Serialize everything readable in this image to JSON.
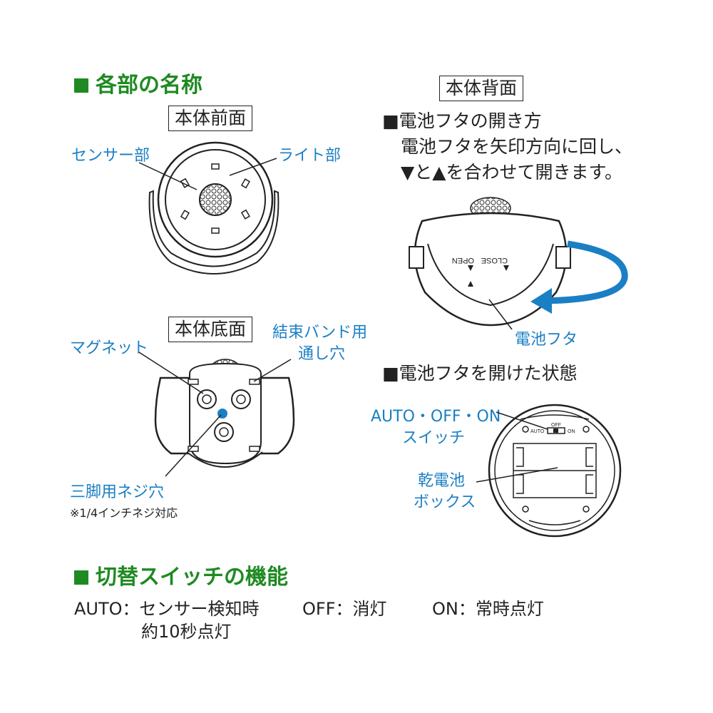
{
  "sections": {
    "parts_title": "各部の名称",
    "switch_title": "切替スイッチの機能"
  },
  "views": {
    "front": "本体前面",
    "back": "本体背面",
    "bottom": "本体底面"
  },
  "front_labels": {
    "sensor": "センサー部",
    "light": "ライト部"
  },
  "bottom_labels": {
    "magnet": "マグネット",
    "band_hole_line1": "結束バンド用",
    "band_hole_line2": "通し穴",
    "tripod_hole": "三脚用ネジ穴",
    "tripod_note": "※1/4インチネジ対応"
  },
  "back_info": {
    "heading": "■電池フタの開き方",
    "line1": "電池フタを矢印方向に回し、",
    "line2": "▼と▲を合わせて開きます。",
    "open_mark": "OPEN",
    "close_mark": "CLOSE",
    "cover_label": "電池フタ"
  },
  "open_state": {
    "heading": "■電池フタを開けた状態",
    "switch_label_line1": "AUTO・OFF・ON",
    "switch_label_line2": "スイッチ",
    "battery_label_line1": "乾電池",
    "battery_label_line2": "ボックス",
    "mini_auto": "AUTO",
    "mini_off": "OFF",
    "mini_on": "ON"
  },
  "functions": {
    "auto": "AUTO：センサー検知時",
    "auto_line2": "約10秒点灯",
    "off": "OFF：消灯",
    "on": "ON：常時点灯"
  },
  "colors": {
    "section_green": "#1f8a22",
    "label_blue": "#1b7fc4",
    "arrow_blue": "#1b7fc4"
  }
}
